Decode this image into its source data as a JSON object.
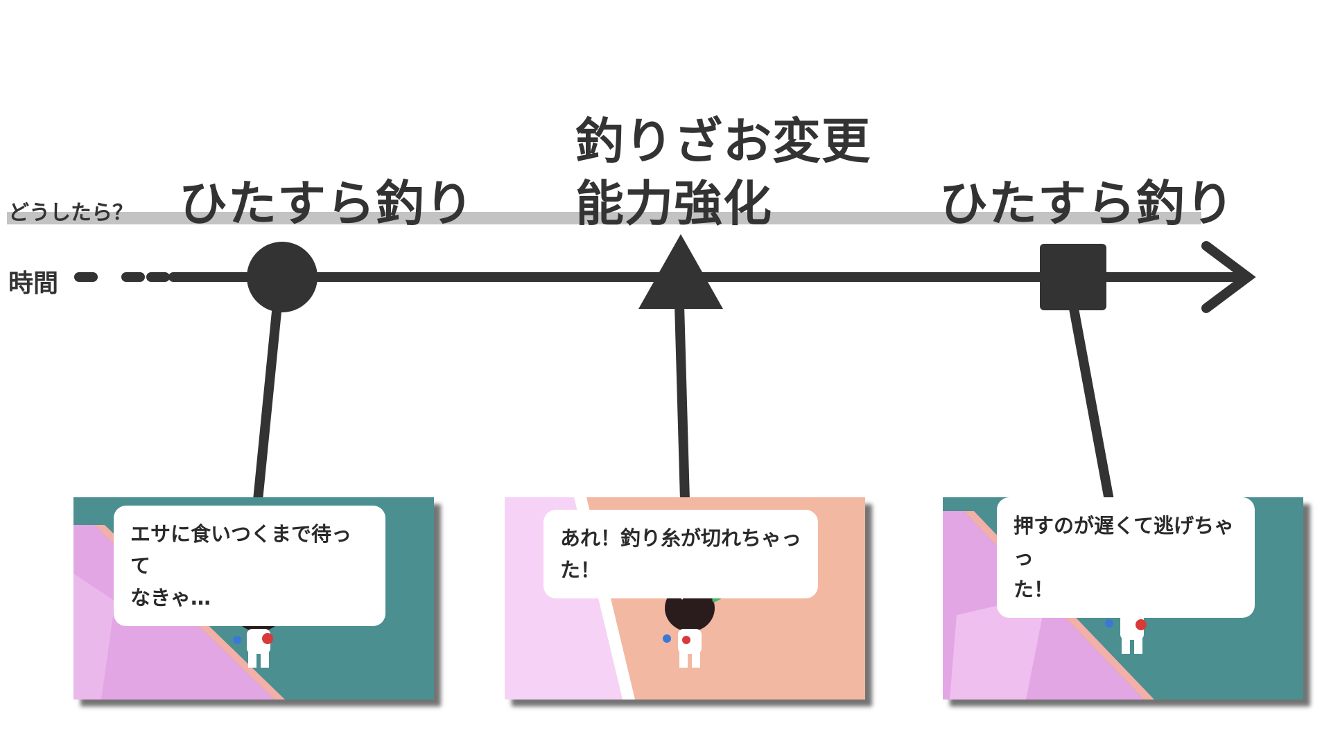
{
  "row_labels": {
    "how": "どうしたら？",
    "time": "時間"
  },
  "milestones": [
    {
      "marker": "circle-marker",
      "heading": [
        "ひたすら釣り"
      ],
      "screenshot": {
        "bubble_lines": [
          "エサに食いつくまで待って",
          "なきゃ…"
        ]
      }
    },
    {
      "marker": "triangle-marker",
      "heading": [
        "釣りざお変更",
        "能力強化"
      ],
      "screenshot": {
        "bubble_lines": [
          "あれ！釣り糸が切れちゃっ",
          "た！"
        ]
      }
    },
    {
      "marker": "square-marker",
      "heading": [
        "ひたすら釣り"
      ],
      "screenshot": {
        "bubble_lines": [
          "押すのが遅くて逃げちゃっ",
          "た！"
        ]
      }
    }
  ],
  "colors": {
    "line": "#333333",
    "band": "#c3c3c3",
    "teal": "#4b8f91",
    "pink": "#e3a6e4",
    "peach": "#f2b8a2"
  }
}
